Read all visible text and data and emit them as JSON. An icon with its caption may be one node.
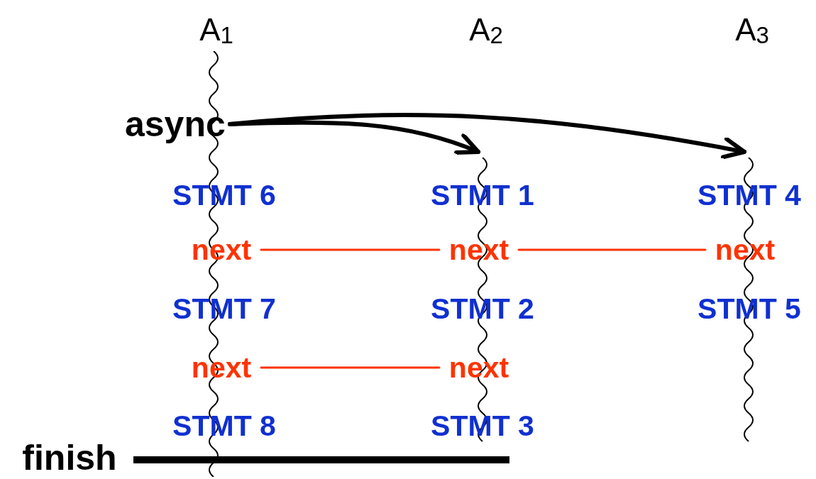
{
  "diagram": {
    "nodes": [
      {
        "text": [],
        "shape": "line"
      },
      {
        "text": [
          "async"
        ]
      },
      {
        "text": [],
        "shape": "line"
      },
      {
        "text": [],
        "shape": "line"
      },
      {
        "text": [
          "next"
        ]
      },
      {
        "text": [
          "next"
        ]
      },
      {
        "text": [
          "next"
        ]
      },
      {
        "text": [
          "next"
        ]
      },
      {
        "text": [
          "next"
        ]
      }
    ],
    "edges": [
      {
        "from": 1,
        "to": 2,
        "arrow": "to",
        "style": "thick",
        "color": "#000000"
      },
      {
        "from": 1,
        "to": 3,
        "arrow": "to",
        "style": "thick",
        "color": "#000000"
      },
      {
        "from": 4,
        "to": 5,
        "arrow": "none",
        "color": "#ff3300"
      },
      {
        "from": 5,
        "to": 6,
        "arrow": "none",
        "color": "#ff3300"
      },
      {
        "from": 7,
        "to": 8,
        "arrow": "none",
        "color": "#ff3300"
      }
    ],
    "labels": [
      "A$_{1}$",
      "A$_{2}$",
      "A$_{3}$",
      "STMT 6",
      "STMT 1",
      "STMT 4",
      "STMT 7",
      "STMT 2",
      "STMT 5",
      "STMT 8",
      "STMT 3",
      "finish"
    ]
  }
}
